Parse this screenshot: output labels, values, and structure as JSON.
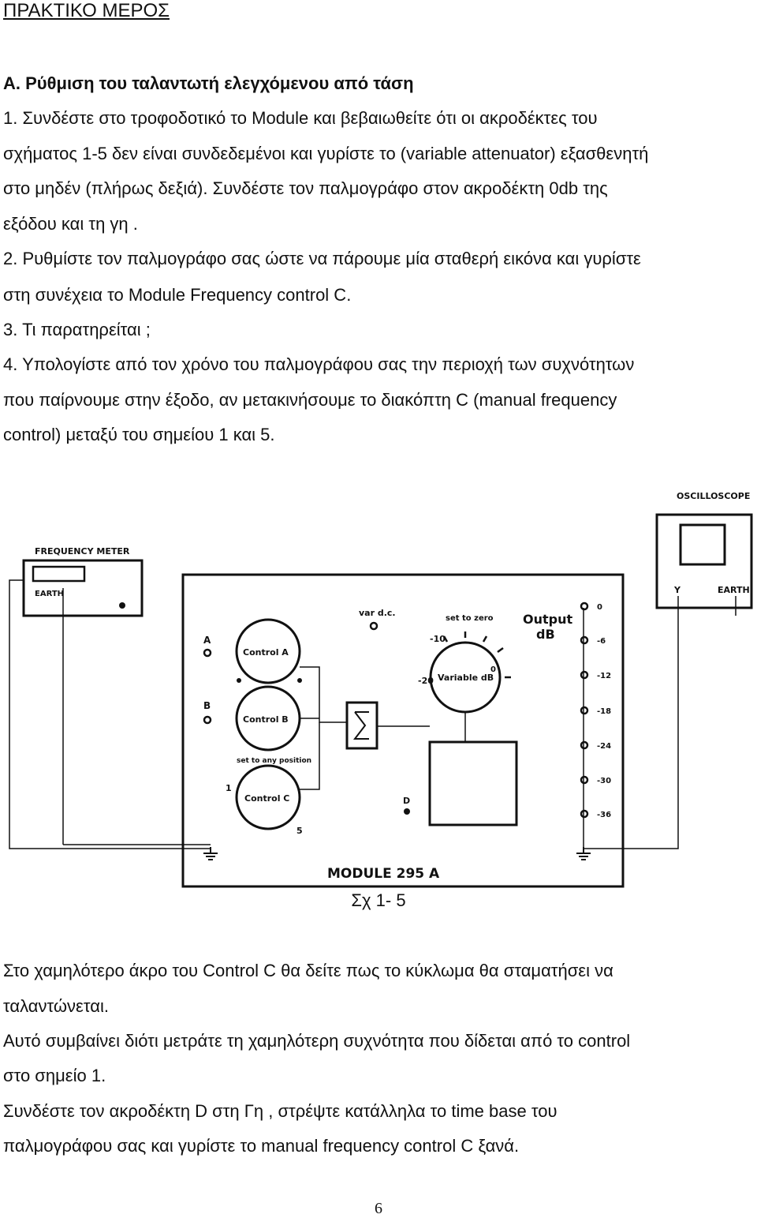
{
  "page_title": "ΠΡΑΚΤΙΚΟ ΜΕΡΟΣ",
  "section_heading": "Α. Ρύθμιση του ταλαντωτή ελεγχόμενου από τάση",
  "paragraph_lines": [
    "1. Συνδέστε στο τροφοδοτικό το Module και βεβαιωθείτε ότι οι ακροδέκτες του",
    "σχήματος 1-5 δεν είναι συνδεδεμένοι και γυρίστε το (variable attenuator) εξασθενητή",
    "στο μηδέν (πλήρως δεξιά). Συνδέστε τον παλμογράφο στον ακροδέκτη 0db της",
    "εξόδου και τη γη .",
    "2. Ρυθμίστε τον παλμογράφο σας ώστε να πάρουμε μία σταθερή εικόνα και γυρίστε",
    "στη συνέχεια το Module Frequency control C.",
    "3. Τι παρατηρείται ;",
    "4. Υπολογίστε από τον χρόνο του παλμογράφου σας την περιοχή των συχνότητων",
    "που παίρνουμε στην έξοδο, αν μετακινήσουμε το διακόπτη C (manual frequency",
    "control) μεταξύ του σημείου 1 και 5."
  ],
  "figure": {
    "oscilloscope_label": "OSCILLOSCOPE",
    "oscilloscope_y": "Y",
    "oscilloscope_earth": "EARTH",
    "freq_meter_label": "FREQUENCY METER",
    "freq_meter_earth": "EARTH",
    "var_dc": "var d.c.",
    "set_to_zero": "set to zero",
    "output_label": "Output",
    "output_unit": "dB",
    "output_levels": [
      "0",
      "-6",
      "-12",
      "-18",
      "-24",
      "-30",
      "-36"
    ],
    "terminal_a": "A",
    "terminal_b": "B",
    "terminal_d": "D",
    "control_a": "Control A",
    "control_b": "Control B",
    "control_c": "Control C",
    "control_c_pos1": "1",
    "control_c_pos5": "5",
    "set_to_any_position": "set to any position",
    "variable_db": "Variable dB",
    "var_minus10": "-10",
    "var_minus20": "-20",
    "var_0": "0",
    "module_label": "MODULE 295 A",
    "caption": "Σχ 1- 5"
  },
  "after_lines": [
    "Στο χαμηλότερο άκρο του Control C θα δείτε πως το κύκλωμα θα σταματήσει να",
    "ταλαντώνεται.",
    "Αυτό συμβαίνει διότι μετράτε τη χαμηλότερη συχνότητα που δίδεται από το control",
    "στο σημείο 1.",
    "Συνδέστε τον ακροδέκτη D στη Γη , στρέψτε κατάλληλα το time base του",
    "παλμογράφου σας και γυρίστε το manual frequency control C ξανά."
  ],
  "page_number": "6"
}
